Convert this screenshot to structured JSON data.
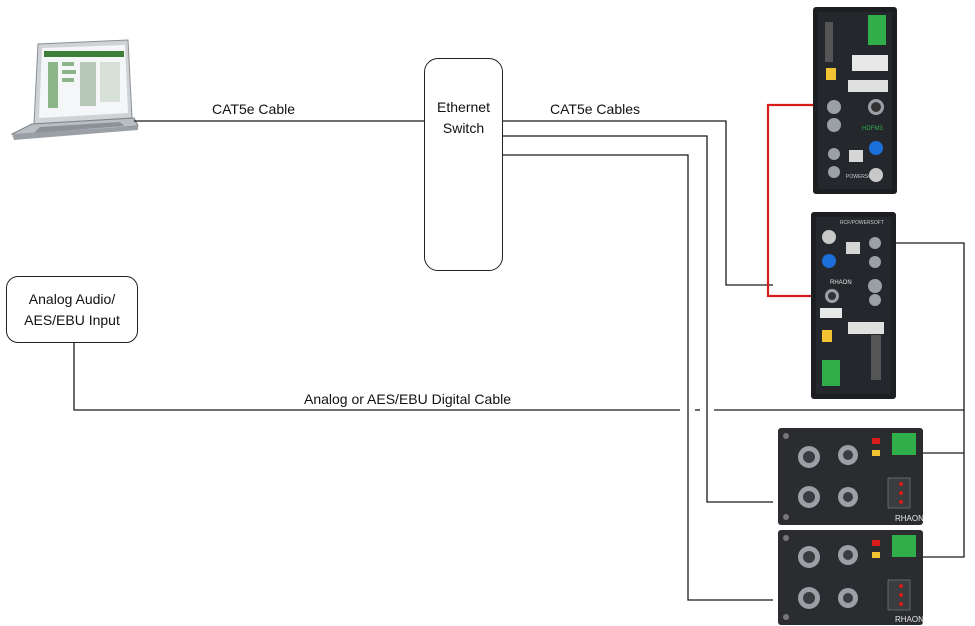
{
  "labels": {
    "laptop_cable": "CAT5e Cable",
    "switch_cables": "CAT5e Cables",
    "analog_cable": "Analog or AES/EBU Digital Cable"
  },
  "switch": {
    "line1": "Ethernet",
    "line2": "Switch"
  },
  "input_box": {
    "line1": "Analog Audio/",
    "line2": "AES/EBU Input"
  },
  "devices": {
    "amp_top_brand": "POWERSOFT",
    "amp_top_model": "HDFM3",
    "amp_mid_brand": "RCF/POWERSOFT",
    "amp_mid_model": "RHAON",
    "rack1_label": "RHAON",
    "rack2_label": "RHAON"
  },
  "colors": {
    "line": "#1a1a1a",
    "link_red": "#d81b1b",
    "device_panel": "#1c1e22",
    "rack_panel": "#2a2c30",
    "accent_green": "#2fae4a",
    "accent_blue": "#1b6fd8"
  }
}
